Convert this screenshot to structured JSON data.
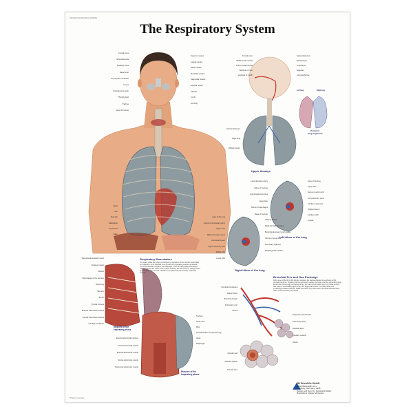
{
  "poster": {
    "code": "VR1322UU/VR1322L 09/2014",
    "title": "The Respiratory System",
    "footer": "Printed in Germany"
  },
  "labels": {
    "main_left": [
      "Frontal sinus",
      "Ethmoidal cells",
      "Maxillary sinus",
      "Nasal bone",
      "Thyrohyoid membrane",
      "Larynx",
      "Cricothyroid muscle",
      "Thyroid gland",
      "Trachea",
      "Apex of the lung"
    ],
    "main_right": [
      "Superior meatus",
      "Lateral meatus",
      "Nasal meatus",
      "Mastoidal meatus",
      "Sagmoidal meatus",
      "Alveolar recess",
      "Clavicle",
      "1st rib",
      "Left lung"
    ],
    "main_lower_left": [
      "Heart",
      "Liver",
      "Stomach",
      "Gallbladder",
      "Duodenum",
      "Colon"
    ],
    "airways_left": [
      "Frontal sinus",
      "Middle nasal concha",
      "Inferior nasal concha",
      "Vestibule of nose",
      "Vestibule of mouth"
    ],
    "airways_right": [
      "Sphenoidal sinus",
      "Nasopharynx",
      "Oropharynx",
      "Epiglottis",
      "Laryngopharynx"
    ],
    "airways_lobe": [
      "Horizontal fissure",
      "Right lung",
      "Oblique fissure"
    ],
    "left_hilum_left": [
      "Left pulmonary artery",
      "Hilum of the lung",
      "Left principle bronchus",
      "Lower lobe",
      "Sulcus of esophagus",
      "Base of the lung"
    ],
    "left_hilum_right": [
      "Apex of the lung",
      "Upper lobe",
      "Sulcus of aortic arch",
      "Left pulmonary veins",
      "Cardiac impression",
      "Oblique fissure",
      "Cardiac notch",
      "Lingula"
    ],
    "right_hilum_left": [
      "Apex of the lung",
      "Sulcus of subclavian artery",
      "Upper lobe",
      "Right pulmonary artery",
      "Horizontal fissure",
      "Right pulmonary vein",
      "Middle lobe",
      "Lower lobe"
    ],
    "right_hilum_right": [
      "Oblique fissure",
      "Right principle bronchus",
      "Bronchopulmonary lymph nodes",
      "Sulcus of vena cava",
      "Pulmonary ligament",
      "Diaphragmatic surface"
    ],
    "musc_left": [
      "Sternocleidomastoid muscle",
      "Scalene muscle",
      "Clavicle",
      "Musculature of the sternum",
      "Right lung",
      "Sternum",
      "8th rib",
      "Pylonal process",
      "External intercostal muscles",
      "Internal intercostal muscles",
      "Cartilage of 10th rib"
    ],
    "musc_right": [
      "Trachea",
      "Aortic arch",
      "Ribs",
      "Frontal section through left lung",
      "Heart",
      "Diaphragm"
    ],
    "musc_lower_left": [
      "External intercostal muscles",
      "Internal intercostal muscle",
      "External abdominal muscle",
      "Rectus abdominis muscle",
      "Transverse abdominis muscle"
    ],
    "gas_left": [
      "Terminal bronchioles",
      "Elastic fibers",
      "Bronchial branch",
      "Pulmonary vein",
      "Alveoli"
    ],
    "gas_right": [
      "Respiratory bronchioles",
      "Pulmonary artery",
      "Alveolar ducts",
      "Capillary network",
      "Alveoli"
    ],
    "gas_lower_left": [
      "Alveolar wall",
      "Alveolar septum",
      "Alveolar pore"
    ]
  },
  "sections": {
    "upper_airways": "Upper Airways",
    "posterior": "Posterior\nlung Segments",
    "left_hilum": "Left hilum of the lung",
    "right_hilum": "Right hilum of the lung",
    "musculature": "Respiratory Musculature",
    "muscles_exp": "Muscles of the\nexpiratory phase",
    "muscles_insp": "Muscles of the\ninspiratory phase",
    "gas_exchange": "Bronchial Tree and Gas Exchange",
    "left_lung_small": "Left lung",
    "right_lung_small": "Right lung"
  },
  "paragraphs": {
    "musculature": "The space inside the thorax is enlarged by contraction of the muscles responsible for respiration. Air is breathed in as a result of the negative pressure generated. The most important muscle is the diaphragm, which on being flattened enlarges the space inside the thorax. The muscles between the ribs extend or enlarge space by raising the ribs. Internal respiration is supported by the auxiliary respiratory muscles.",
    "gas_exchange": "At the level of the 4th to 5th thoracic vertebra, the trachea divides into a left and a right principle bronchus. Together with the pulmonary vessels, the latter enter the pulmonary tissue at the hilum of the lung. Continuing further, the main bronchi divide into 2 or 3 lobar bronchi, with these in turn dividing again to give the segmental bronchi. The latter divide into increasingly smaller branches, called bronchioli. They lead into the so-called alveolar ducts, which is surrounded by the alveoli."
  },
  "publisher": {
    "brand": "3B Scientific GmbH",
    "lines": [
      "www.3bscientific.com",
      "Hamburg, Germany, 1998",
      "Design and Text: Dr. Ferdinand Muller",
      "Illustrations: Holger Vanselow"
    ]
  },
  "colors": {
    "lung": "#8f9ea4",
    "lung_dark": "#5c6c74",
    "skin": "#e6a77f",
    "muscle": "#b8473c",
    "artery": "#c0342b",
    "vein": "#3a5fa8",
    "bone": "#efe7d2",
    "title": "#111111"
  }
}
